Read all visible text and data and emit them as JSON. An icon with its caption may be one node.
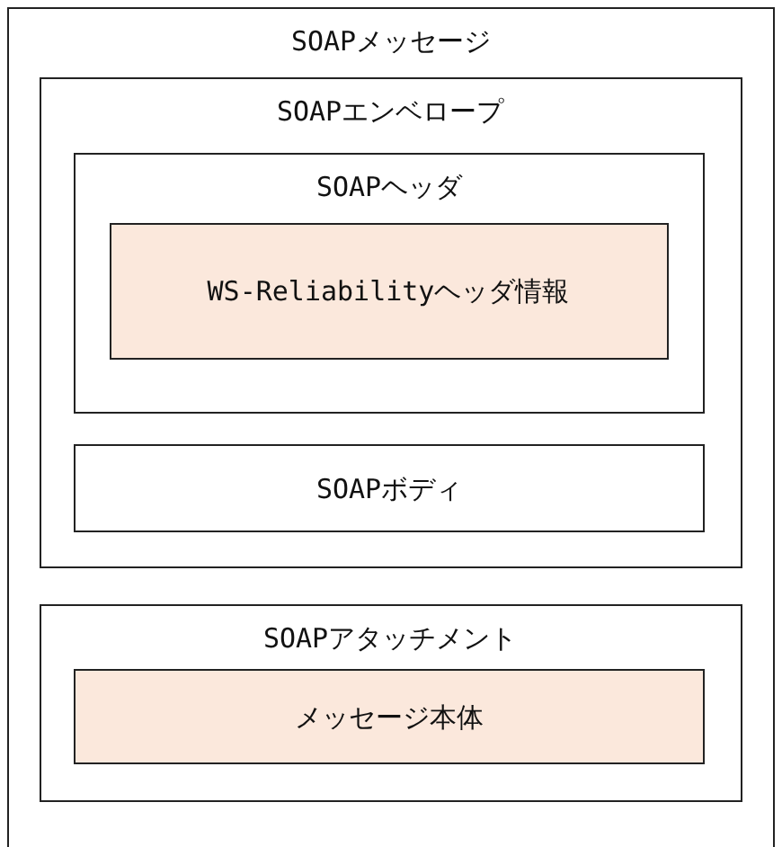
{
  "diagram": {
    "nodes": [
      {
        "text": [
          "SOAPメッセージ"
        ]
      },
      {
        "text": [
          "SOAPエンベロープ"
        ],
        "in": 0
      },
      {
        "text": [
          "SOAPヘッダ"
        ],
        "in": 1
      },
      {
        "text": [
          "WS-Reliabilityヘッダ情報"
        ],
        "in": 2
      },
      {
        "text": [
          "SOAPボディ"
        ],
        "in": 1
      },
      {
        "text": [
          "SOAPアタッチメント"
        ],
        "in": 0
      },
      {
        "text": [
          "メッセージ本体"
        ],
        "in": 5
      }
    ]
  }
}
